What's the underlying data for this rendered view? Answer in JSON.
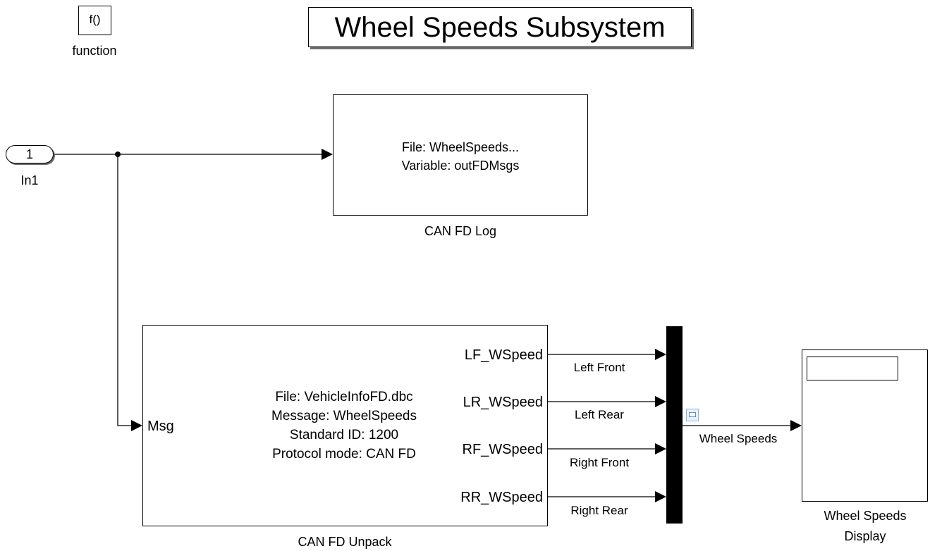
{
  "title": "Wheel Speeds Subsystem",
  "function_block": {
    "glyph": "f()",
    "label": "function"
  },
  "inport": {
    "number": "1",
    "label": "In1"
  },
  "can_fd_log": {
    "line1": "File: WheelSpeeds...",
    "line2": "Variable: outFDMsgs",
    "label": "CAN FD Log"
  },
  "can_fd_unpack": {
    "input_port": "Msg",
    "info": [
      "File: VehicleInfoFD.dbc",
      "Message: WheelSpeeds",
      "Standard ID: 1200",
      "Protocol mode: CAN FD"
    ],
    "output_ports": [
      "LF_WSpeed",
      "LR_WSpeed",
      "RF_WSpeed",
      "RR_WSpeed"
    ],
    "label": "CAN FD Unpack"
  },
  "signals": [
    "Left Front",
    "Left Rear",
    "Right Front",
    "Right Rear"
  ],
  "mux_output_signal": "Wheel Speeds",
  "display": {
    "label_line1": "Wheel Speeds",
    "label_line2": "Display"
  }
}
